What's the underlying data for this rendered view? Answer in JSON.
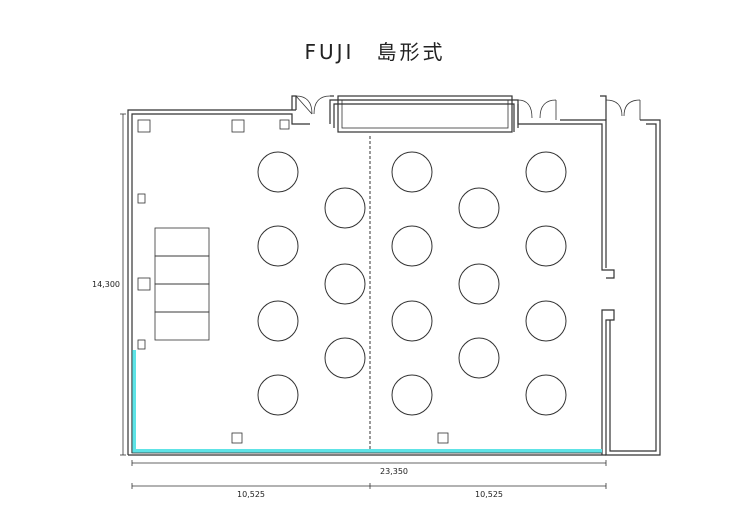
{
  "title": {
    "name": "FUJI",
    "layout": "島形式"
  },
  "dimensions": {
    "height_label": "14,300",
    "total_width_label": "23,350",
    "left_half_label": "10,525",
    "right_half_label": "10,525"
  },
  "colors": {
    "wall": "#333333",
    "highlight": "#5ee3e6",
    "background": "#ffffff"
  },
  "layout": {
    "round_tables": 18,
    "rectangular_tables": 4,
    "door_icons": [
      "door-left",
      "door-middle",
      "door-right"
    ]
  }
}
